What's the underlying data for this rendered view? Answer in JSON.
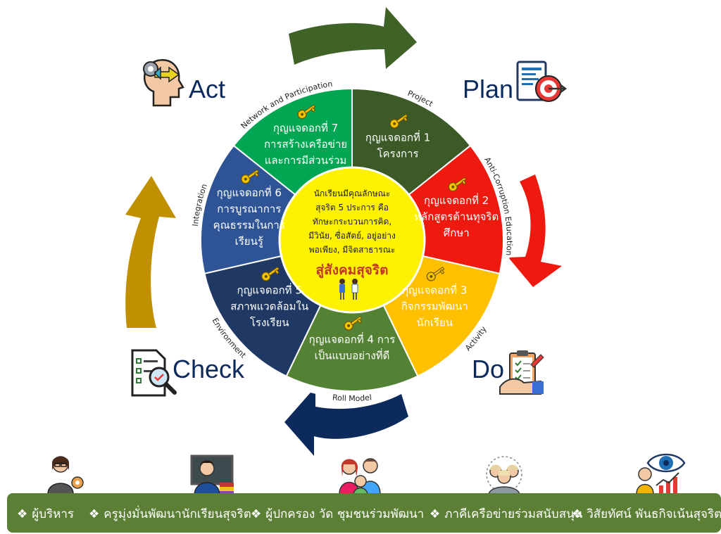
{
  "cycle": {
    "act": "Act",
    "plan": "Plan",
    "do": "Do",
    "check": "Check",
    "arrow_colors": {
      "top": "#3f6227",
      "right": "#ee1a10",
      "bottom": "#0d2a5c",
      "left": "#c09000"
    }
  },
  "wheel": {
    "center": {
      "lines": [
        "นักเรียนมีคุณลักษณะ",
        "สุจริต 5 ประการ คือ",
        "ทักษะกระบวนการคิด,",
        "มีวินัย, ซื่อสัตย์, อยู่อย่าง",
        "พอเพียง, มีจิตสาธารณะ"
      ],
      "highlight": "สู่สังคมสุจริต",
      "fill": "#fff200",
      "highlight_color": "#c0392b"
    },
    "segments": [
      {
        "key_label": "กุญแจดอกที่ 1",
        "lines": [
          "โครงการ"
        ],
        "outer_label": "Project",
        "color": "#3b5a28"
      },
      {
        "key_label": "กุญแจดอกที่ 2",
        "lines": [
          "หลักสูตรต้านทุจริต",
          "ศึกษา"
        ],
        "outer_label": "Anti-Corruption Education",
        "color": "#ee1a10"
      },
      {
        "key_label": "กุญแจดอกที่ 3",
        "lines": [
          "กิจกรรมพัฒนา",
          "นักเรียน"
        ],
        "outer_label": "Activity",
        "color": "#ffc000"
      },
      {
        "key_label": "กุญแจดอกที่ 4 การ",
        "lines": [
          "เป็นแบบอย่างที่ดี"
        ],
        "outer_label": "Roll Model",
        "color": "#548235"
      },
      {
        "key_label": "กุญแจดอกที่ 5",
        "lines": [
          "สภาพแวดล้อมใน",
          "โรงเรียน"
        ],
        "outer_label": "Environment",
        "color": "#1f3864"
      },
      {
        "key_label": "กุญแจดอกที่ 6",
        "lines": [
          "การบูรณาการ",
          "คุณธรรมในการ",
          "เรียนรู้"
        ],
        "outer_label": "Integration",
        "color": "#2f5496"
      },
      {
        "key_label": "กุญแจดอกที่ 7",
        "lines": [
          "การสร้างเครือข่าย",
          "และการมีส่วนร่วม"
        ],
        "outer_label": "Network and Participation",
        "color": "#00a651"
      }
    ]
  },
  "roles": [
    {
      "icon": "administrator-icon",
      "label": "ผู้บริหาร"
    },
    {
      "icon": "teacher-icon",
      "label": "ครูมุ่งมั่นพัฒนานักเรียนสุจริต"
    },
    {
      "icon": "family-icon",
      "label": "ผู้ปกครอง วัด ชุมชนร่วมพัฒนา"
    },
    {
      "icon": "network-people-icon",
      "label": "ภาคีเครือข่ายร่วมสนับสนุน"
    },
    {
      "icon": "vision-growth-icon",
      "label": "วิสัยทัศน์ พันธกิจเน้นสุจริต"
    }
  ],
  "bullet_symbol": "❖"
}
